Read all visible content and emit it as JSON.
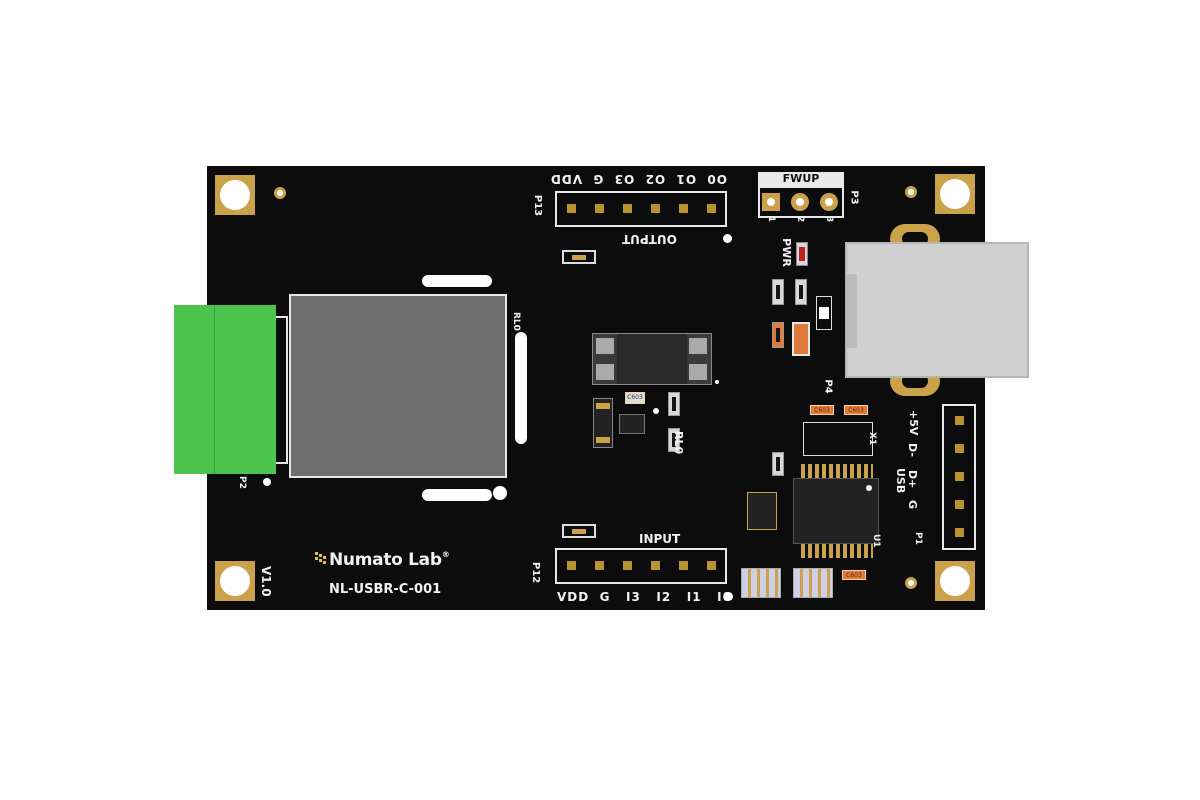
{
  "silkscreen": {
    "output_title": "OUTPUT",
    "output_pins": [
      "VDD",
      "G",
      "O3",
      "O2",
      "O1",
      "O0"
    ],
    "p13": "P13",
    "input_title": "INPUT",
    "input_pins": [
      "VDD",
      "G",
      "I3",
      "I2",
      "I1",
      "I0"
    ],
    "p12": "P12",
    "fwup": "FWUP",
    "fwup_pins": [
      "1",
      "2",
      "3"
    ],
    "p3": "P3",
    "pwr": "PWR",
    "p4": "P4",
    "usb_pins": [
      "+5V",
      "D-",
      "D+",
      "G"
    ],
    "usb": "USB",
    "p1": "P1",
    "x1": "X1",
    "u1": "U1",
    "rl0_relay": "RL0",
    "rl0_small": "RL0",
    "p2": "P2",
    "version": "V1.0",
    "brand": "Numato Lab",
    "brand_reg": "®",
    "part_number": "NL-USBR-C-001",
    "cap_code": "C603"
  },
  "colors": {
    "pcb": "#0c0c0c",
    "gold": "#caa24a",
    "terminal_block": "#4cc34c",
    "relay": "#6e6e6e",
    "usb_shell": "#cfcfcf",
    "silk": "#f2f2f2"
  }
}
